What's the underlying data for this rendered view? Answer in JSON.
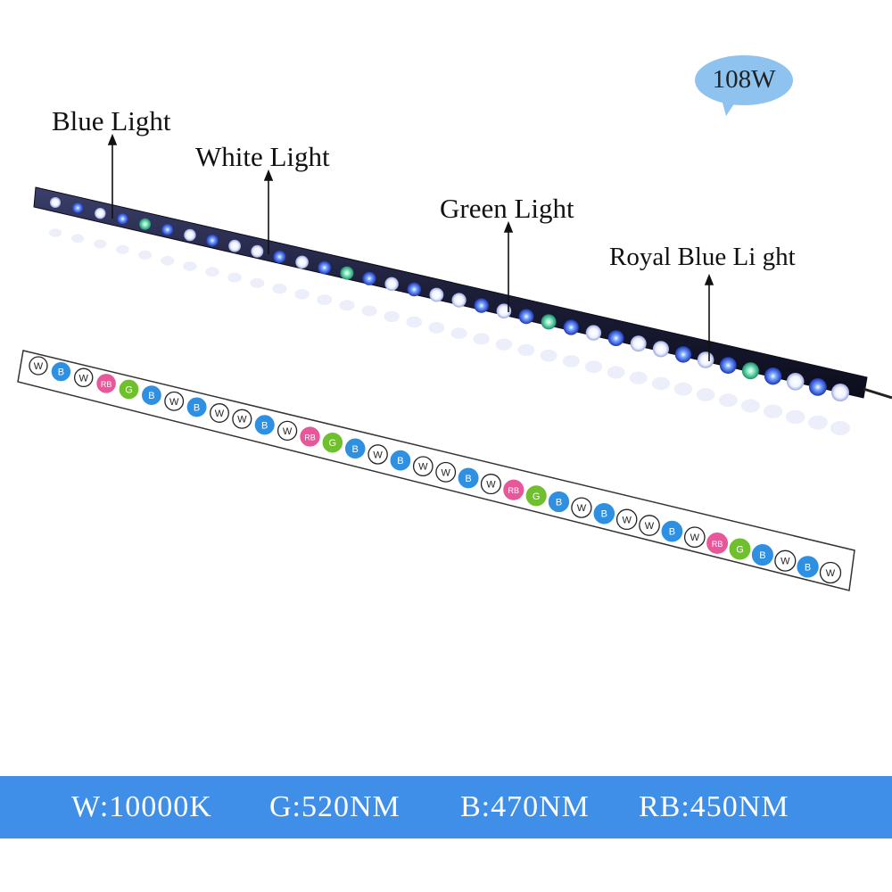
{
  "badge": {
    "text": "108W",
    "color": "#8ec3f0"
  },
  "labels": {
    "blue": "Blue Light",
    "white": "White Light",
    "green": "Green Light",
    "royal_blue": "Royal Blue Li ght"
  },
  "led_strip": {
    "sequence": [
      "W",
      "B",
      "W",
      "RB",
      "G",
      "B",
      "W",
      "B",
      "W",
      "W",
      "B",
      "W",
      "RB",
      "G",
      "B",
      "W",
      "B",
      "W",
      "W",
      "B",
      "W",
      "RB",
      "G",
      "B",
      "W",
      "B",
      "W",
      "W",
      "B",
      "W",
      "RB",
      "G",
      "B",
      "W",
      "B",
      "W"
    ],
    "colors": {
      "W": "#ffffff",
      "B": "#2f8fe0",
      "RB": "#e8579a",
      "G": "#6fbf2e"
    },
    "text_colors": {
      "W": "#222222",
      "B": "#ffffff",
      "RB": "#ffffff",
      "G": "#ffffff"
    }
  },
  "specs": {
    "w": "W:10000K",
    "g": "G:520NM",
    "b": "B:470NM",
    "rb": "RB:450NM",
    "bar_color": "#3f8fe8"
  }
}
